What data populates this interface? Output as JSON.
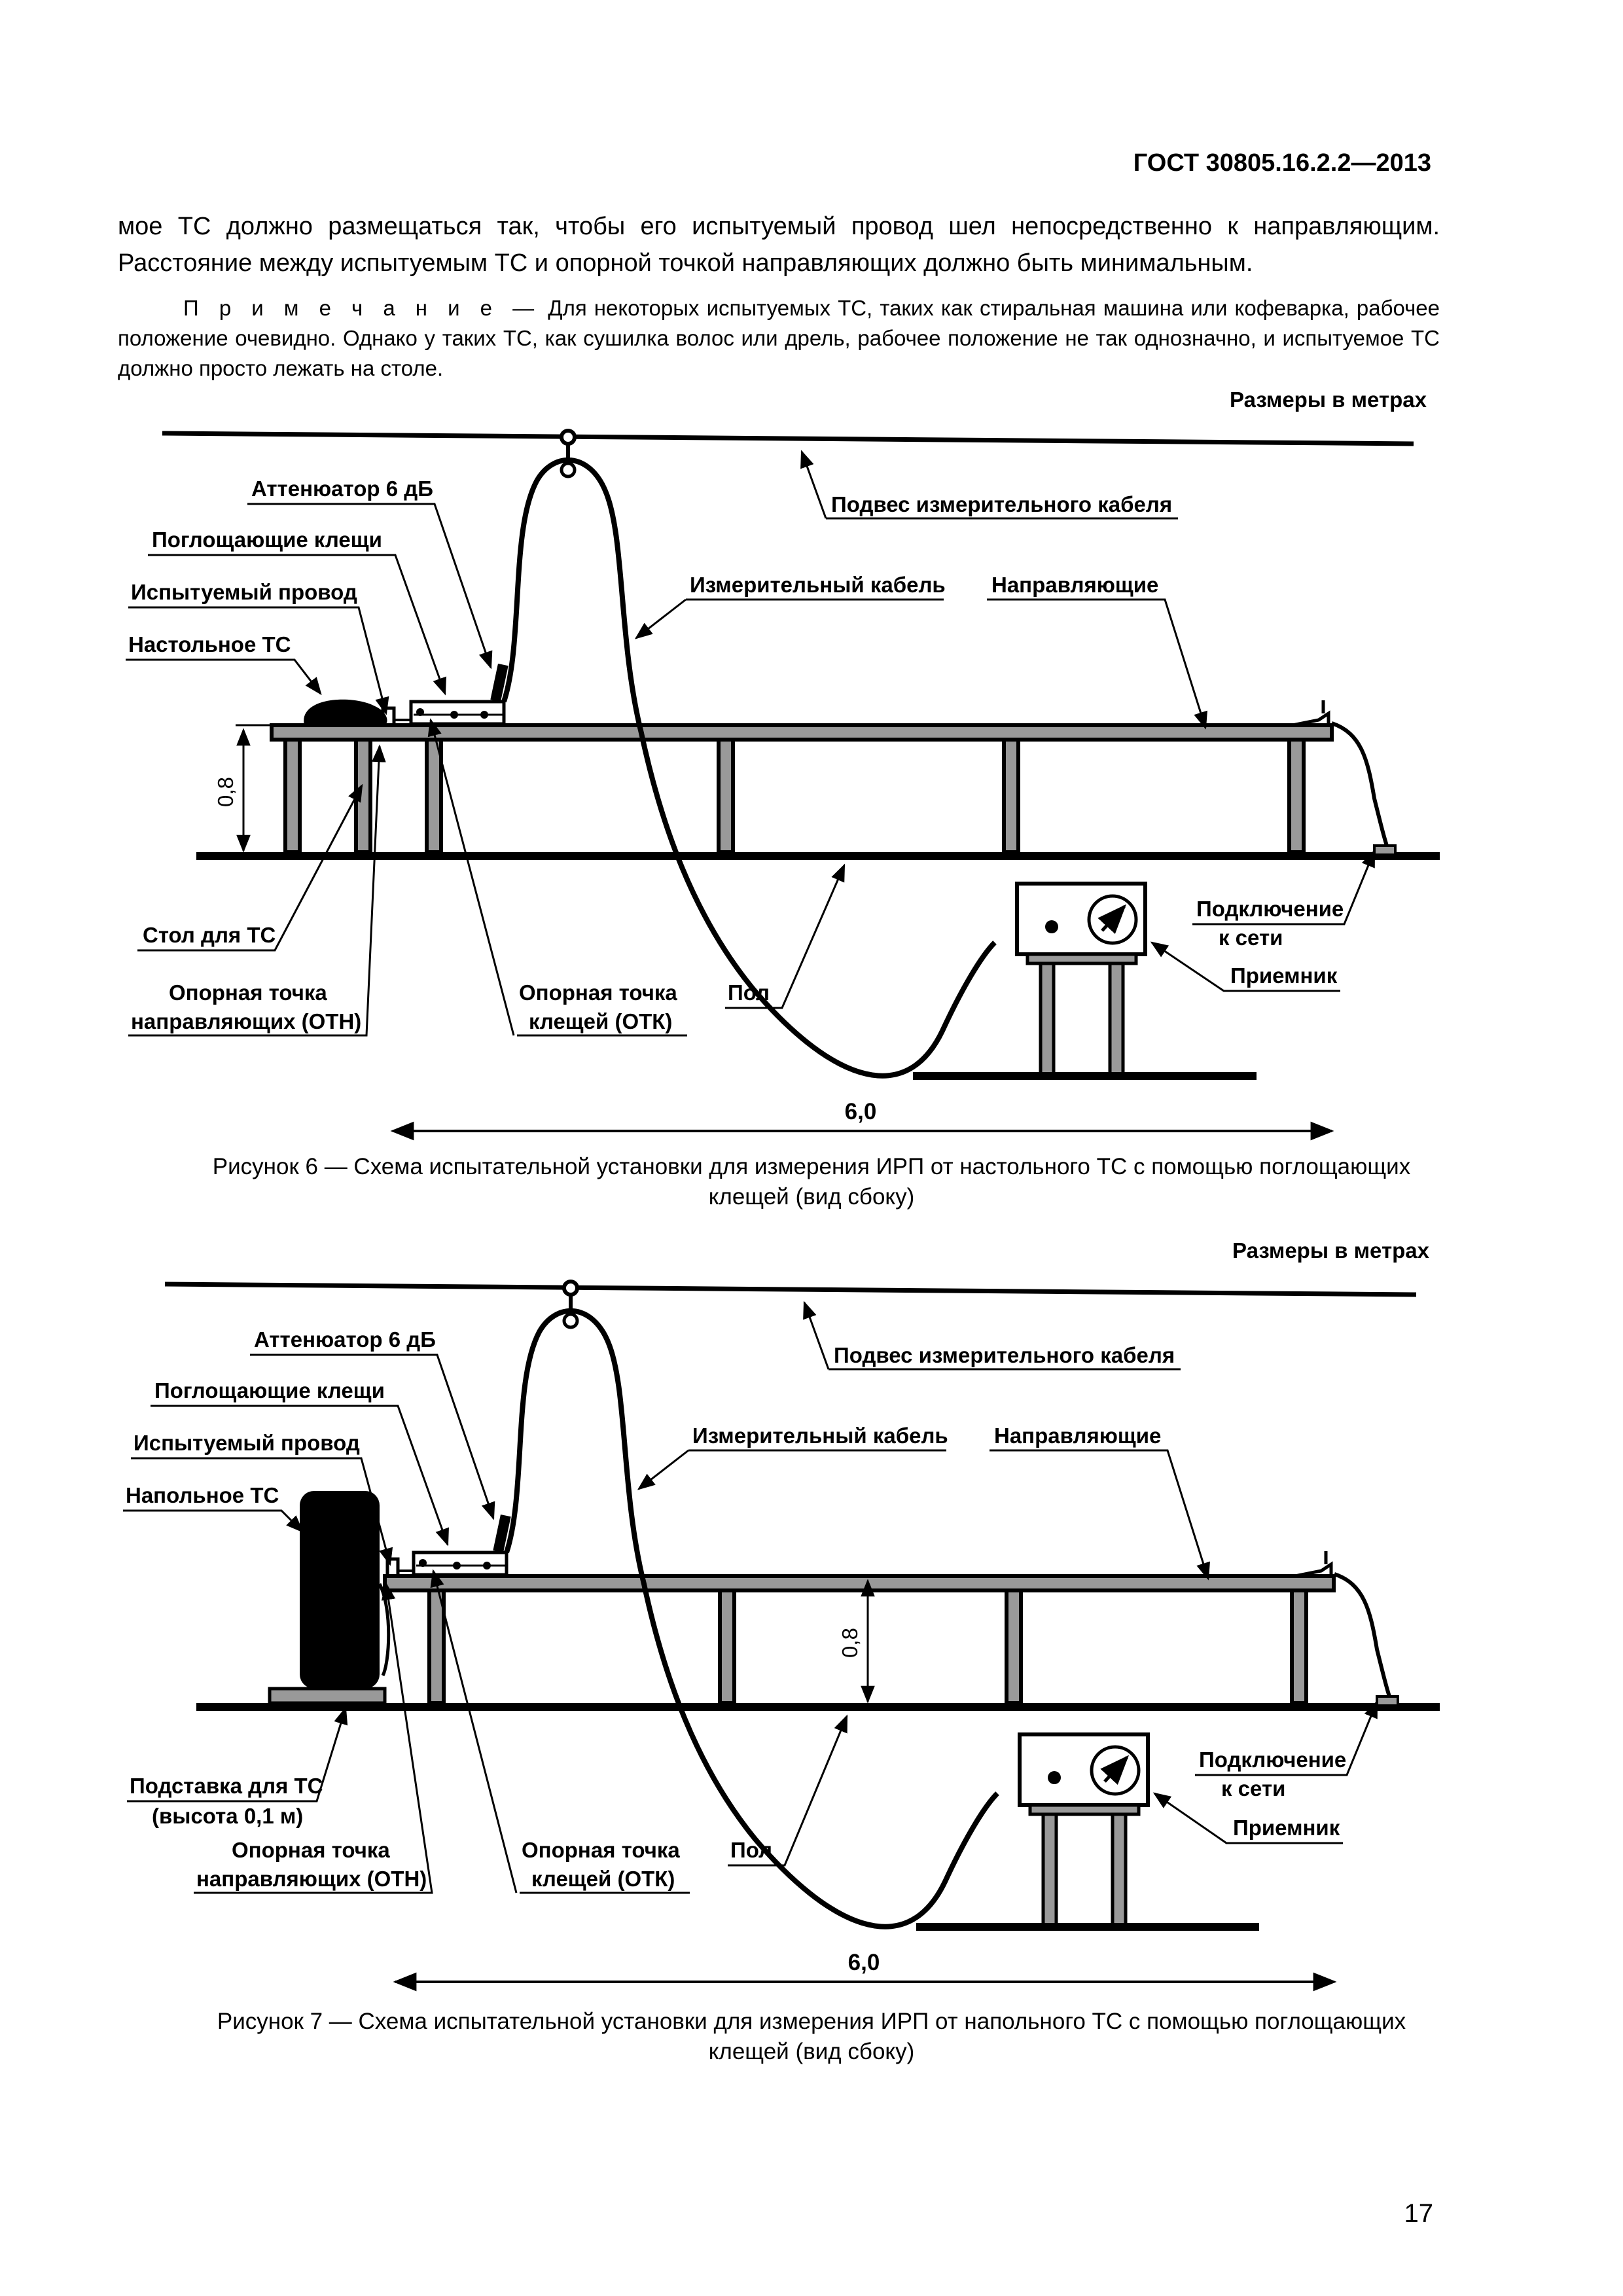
{
  "header": {
    "code": "ГОСТ 30805.16.2.2—2013"
  },
  "intro": "мое ТС должно размещаться так, чтобы его испытуемый провод шел непосредственно к направляющим. Расстояние между испытуемым ТС и опорной точкой направляющих должно быть минимальным.",
  "note": {
    "label": "П р и м е ч а н и е —",
    "text": "Для некоторых испытуемых ТС, таких как стиральная машина или кофеварка, рабочее положение очевидно. Однако у таких ТС, как сушилка волос или дрель, рабочее положение не так однозначно, и испытуемое ТС должно просто лежать на столе."
  },
  "figure6": {
    "units": "Размеры в метрах",
    "labels": {
      "suspension": "Подвес измерительного кабеля",
      "attenuator": "Аттенюатор 6 дБ",
      "clamp": "Поглощающие клещи",
      "lead": "Испытуемый провод",
      "eut": "Настольное ТС",
      "cable": "Измерительный кабель",
      "rails": "Направляющие",
      "table": "Стол для ТС",
      "rail_ref_1": "Опорная точка",
      "rail_ref_2": "направляющих (ОТН)",
      "clamp_ref_1": "Опорная точка",
      "clamp_ref_2": "клещей (ОТК)",
      "floor": "Пол",
      "mains_1": "Подключение",
      "mains_2": "к сети",
      "receiver": "Приемник",
      "height": "0,8",
      "length": "6,0"
    },
    "caption_1": "Рисунок 6 — Схема испытательной установки для измерения ИРП от настольного ТС с помощью поглощающих",
    "caption_2": "клещей (вид сбоку)"
  },
  "figure7": {
    "units": "Размеры в метрах",
    "labels": {
      "suspension": "Подвес измерительного кабеля",
      "attenuator": "Аттенюатор 6 дБ",
      "clamp": "Поглощающие клещи",
      "lead": "Испытуемый провод",
      "eut": "Напольное ТС",
      "cable": "Измерительный кабель",
      "rails": "Направляющие",
      "stand_1": "Подставка для ТС",
      "stand_2": "(высота 0,1 м)",
      "rail_ref_1": "Опорная точка",
      "rail_ref_2": "направляющих (ОТН)",
      "clamp_ref_1": "Опорная точка",
      "clamp_ref_2": "клещей (ОТК)",
      "floor": "Пол",
      "mains_1": "Подключение",
      "mains_2": "к сети",
      "receiver": "Приемник",
      "height": "0,8",
      "length": "6,0"
    },
    "caption_1": "Рисунок 7 — Схема испытательной установки для измерения ИРП от напольного ТС с помощью поглощающих",
    "caption_2": "клещей (вид сбоку)"
  },
  "page_number": "17"
}
